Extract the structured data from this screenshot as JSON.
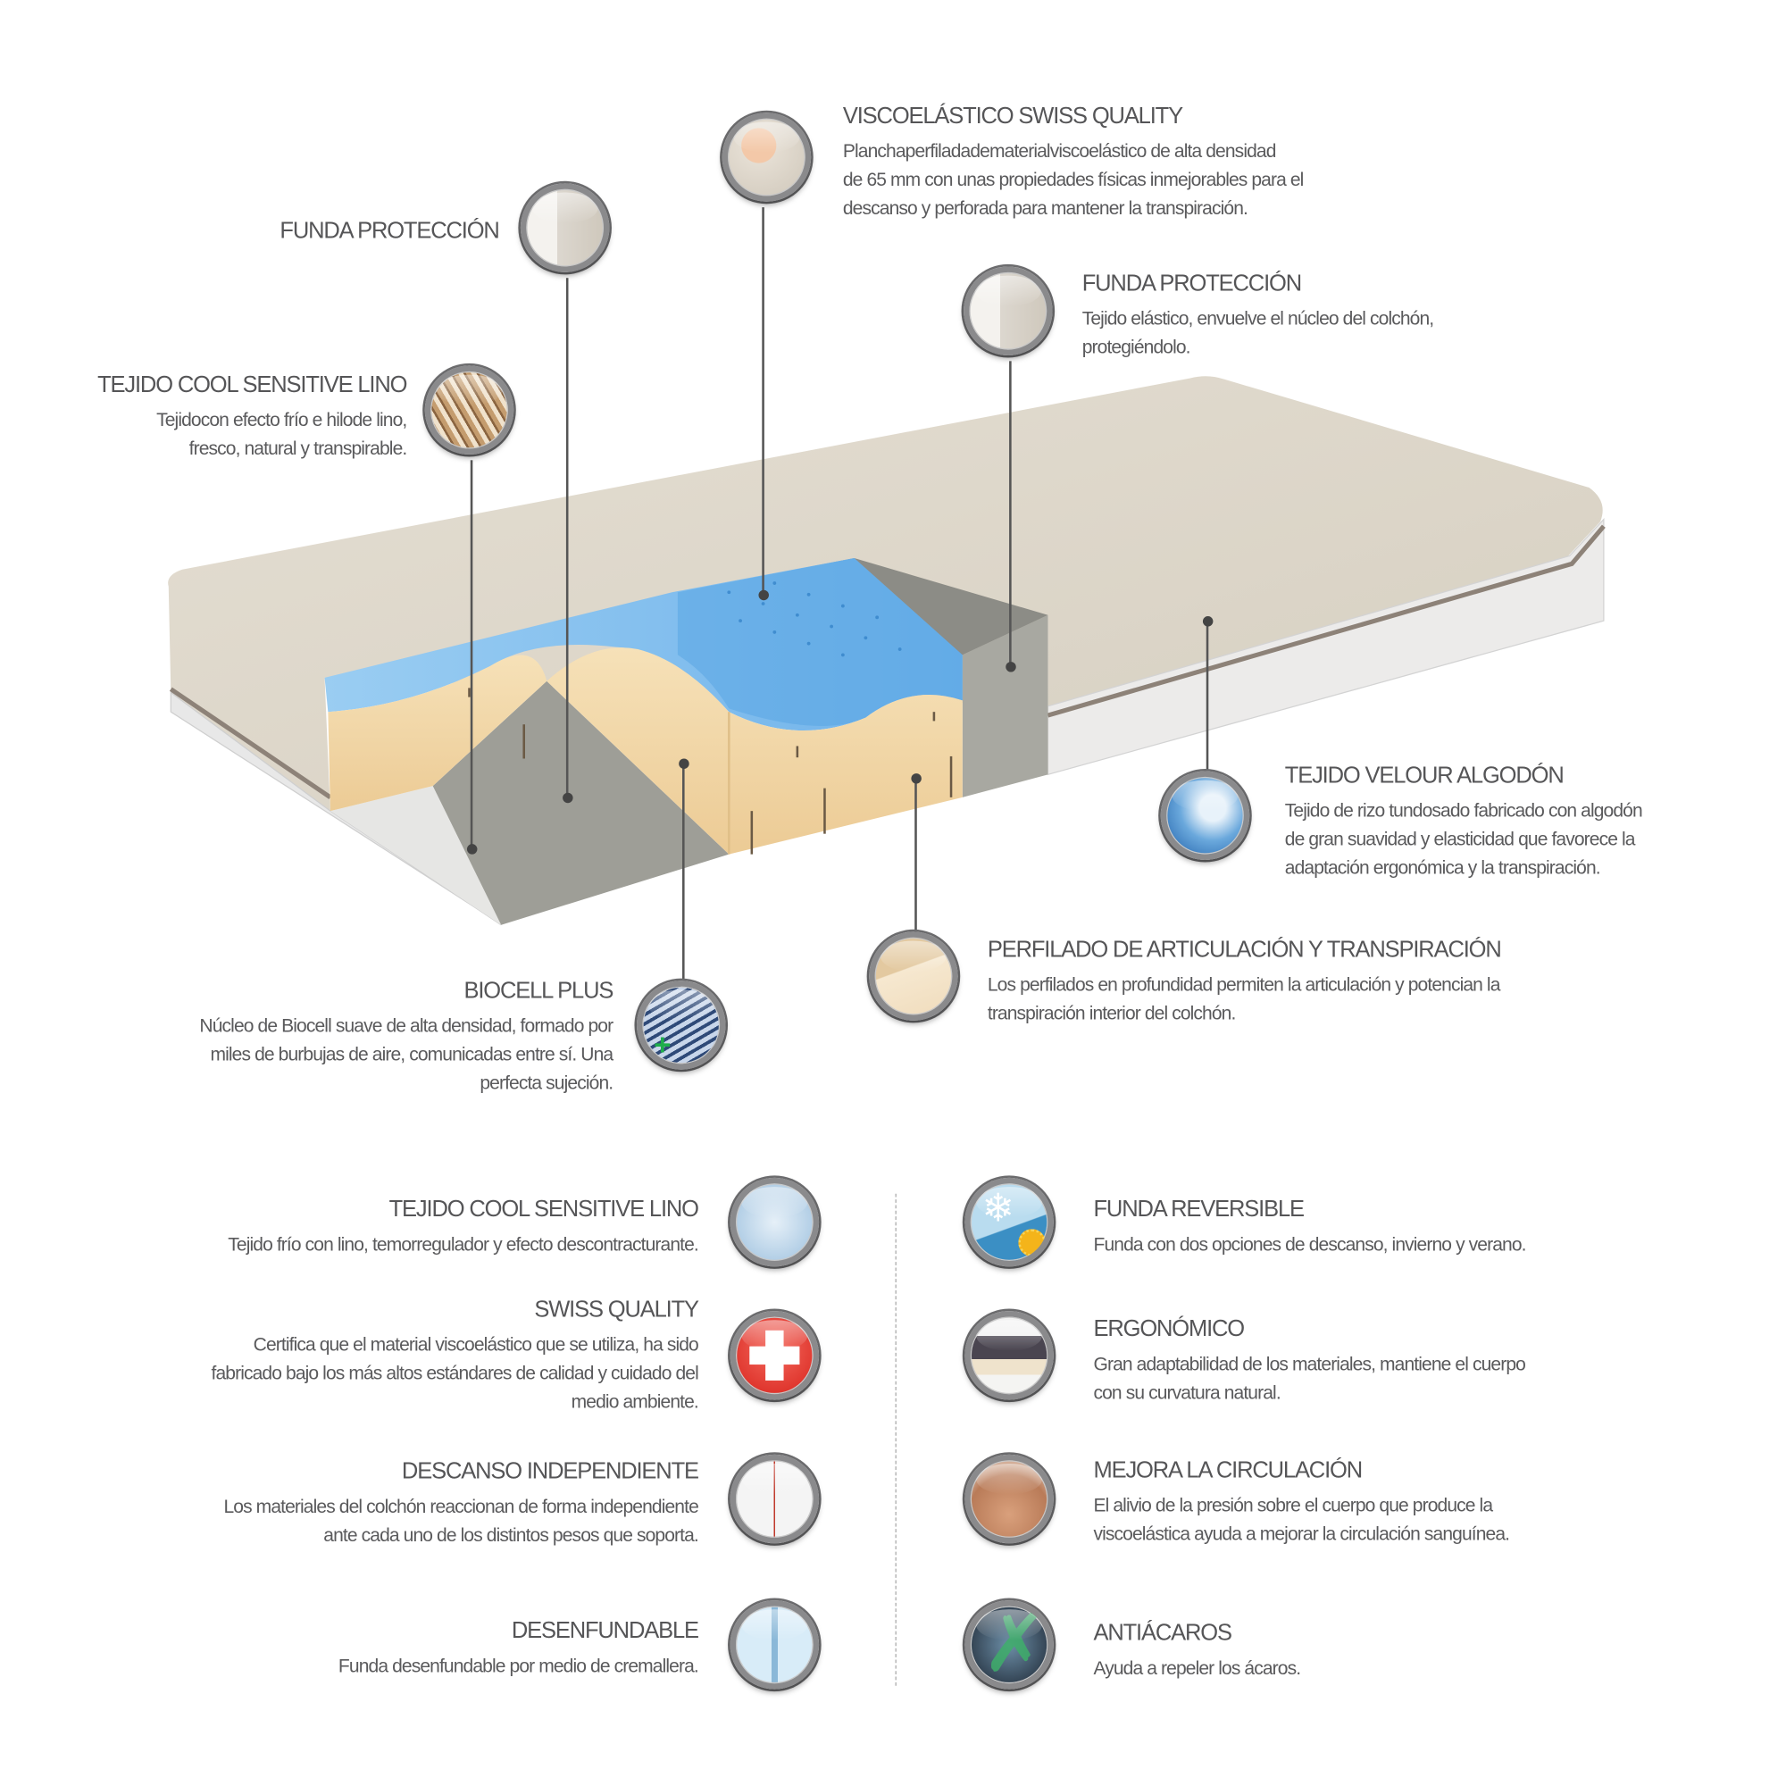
{
  "callouts": {
    "funda_left": {
      "title": "FUNDA PROTECCIÓN"
    },
    "cool_lino": {
      "title": "TEJIDO COOL SENSITIVE LINO",
      "desc": [
        "Tejidocon efecto  frío e hilode lino,",
        "fresco, natural y transpirable."
      ]
    },
    "visco": {
      "title": "VISCOELÁSTICO SWISS QUALITY",
      "desc": [
        "Planchaperfiladadematerialviscoelástico  de alta densidad",
        "de 65  mm con unas propiedades físicas inmejorables para el",
        "descanso y perforada para mantener la transpiración."
      ]
    },
    "funda_right": {
      "title": "FUNDA PROTECCIÓN",
      "desc": [
        "Tejido elástico, envuelve el núcleo del colchón,",
        "protegiéndolo."
      ]
    },
    "velour": {
      "title": "TEJIDO VELOUR ALGODÓN",
      "desc": [
        "Tejido  de rizo tundosado fabricado con algodón",
        "de gran suavidad y elasticidad que favorece la",
        "adaptación ergonómica y la transpiración."
      ]
    },
    "perfilado": {
      "title": "PERFILADO DE ARTICULACIÓN Y TRANSPIRACIÓN",
      "desc": [
        "Los perfilados en profundidad permiten la articulación y potencian la",
        "transpiración interior del colchón."
      ]
    },
    "biocell": {
      "title": "BIOCELL PLUS",
      "desc": [
        "Núcleo de Biocell suave de alta densidad, formado por",
        "miles de burbujas de aire, comunicadas entre sí. Una",
        "perfecta sujeción."
      ]
    }
  },
  "features_left": [
    {
      "title": "TEJIDO COOL SENSITIVE LINO",
      "desc": [
        "Tejido frío  con lino, temorregulador  y efecto descontracturante."
      ],
      "icon": "ice-crystals-icon"
    },
    {
      "title": "SWISS QUALITY",
      "desc": [
        "Certifica que el material viscoelástico que se utiliza, ha sido",
        "fabricado bajo los más altos estándares de calidad y cuidado del",
        "medio ambiente."
      ],
      "icon": "swiss-cross-icon"
    },
    {
      "title": "DESCANSO INDEPENDIENTE",
      "desc": [
        "Los materiales del colchón reaccionan de forma independiente",
        "ante cada uno de los distintos pesos que soporta."
      ],
      "icon": "independent-rest-icon"
    },
    {
      "title": "DESENFUNDABLE",
      "desc": [
        "Funda desenfundable por medio de cremallera."
      ],
      "icon": "zipper-icon"
    }
  ],
  "features_right": [
    {
      "title": "FUNDA REVERSIBLE",
      "desc": [
        "Funda con dos opciones de descanso, invierno y verano."
      ],
      "icon": "snowflake-sun-icon"
    },
    {
      "title": "ERGONÓMICO",
      "desc": [
        "Gran adaptabilidad de los materiales, mantiene el cuerpo",
        "con su curvatura natural."
      ],
      "icon": "ergonomic-body-icon"
    },
    {
      "title": "MEJORA LA CIRCULACIÓN",
      "desc": [
        "El alivio de la presión sobre el cuerpo que produce la",
        "viscoelástica ayuda a mejorar la circulación sanguínea."
      ],
      "icon": "back-circulation-icon"
    },
    {
      "title": "ANTIÁCAROS",
      "desc": [
        "Ayuda a repeler los ácaros."
      ],
      "icon": "anti-mite-icon"
    }
  ],
  "colors": {
    "blue_layer": "#8ec6ee",
    "core": "#f3dbb0",
    "cover": "#ddd6c8",
    "grey_block": "#a9a9a2",
    "text": "#58585a",
    "ring": "#8a8a8c"
  }
}
